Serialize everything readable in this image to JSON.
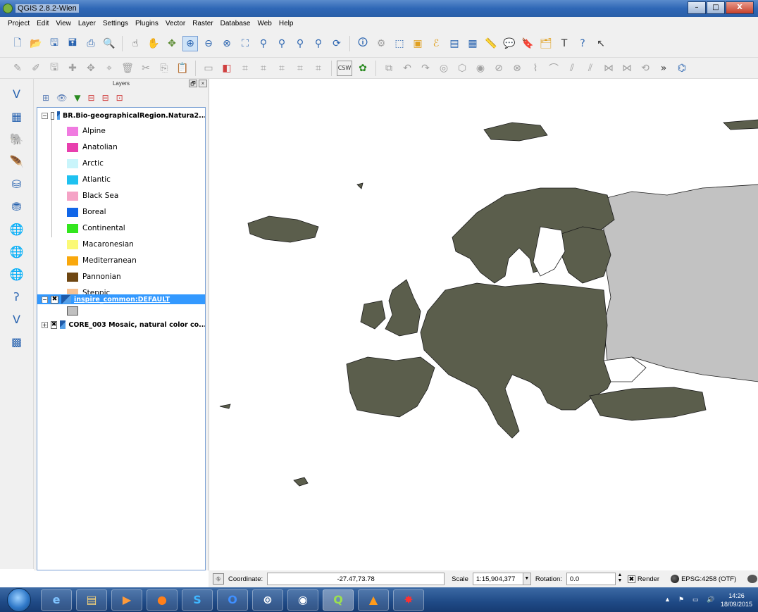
{
  "window": {
    "title": "QGIS 2.8.2-Wien",
    "min_label": "–",
    "max_label": "□",
    "close_label": "X"
  },
  "menu": [
    "Project",
    "Edit",
    "View",
    "Layer",
    "Settings",
    "Plugins",
    "Vector",
    "Raster",
    "Database",
    "Web",
    "Help"
  ],
  "layers_panel": {
    "title": "Layers",
    "float_label": "🗗",
    "close_label": "×",
    "group_layer": "BR.Bio-geographicalRegion.Natura2...",
    "legend": [
      {
        "label": "Alpine",
        "color": "#f07be0"
      },
      {
        "label": "Anatolian",
        "color": "#e83fae"
      },
      {
        "label": "Arctic",
        "color": "#c9f5fb"
      },
      {
        "label": "Atlantic",
        "color": "#1fc1f0"
      },
      {
        "label": "Black Sea",
        "color": "#f5a3c6"
      },
      {
        "label": "Boreal",
        "color": "#1166e8"
      },
      {
        "label": "Continental",
        "color": "#33e61e"
      },
      {
        "label": "Macaronesian",
        "color": "#fbf976"
      },
      {
        "label": "Mediterranean",
        "color": "#f9a80c"
      },
      {
        "label": "Pannonian",
        "color": "#6e4612"
      },
      {
        "label": "Steppic",
        "color": "#f8c293"
      }
    ],
    "selected_layer": "inspire_common:DEFAULT",
    "selected_swatch_color": "#c0c0c0",
    "mosaic_layer": "CORE_003 Mosaic, natural color co...",
    "checked_mark": "✖"
  },
  "statusbar": {
    "coordinate_label": "Coordinate:",
    "coordinate_value": "-27.47,73.78",
    "scale_label": "Scale",
    "scale_value": "1:15,904,377",
    "rotation_label": "Rotation:",
    "rotation_value": "0.0",
    "render_label": "Render",
    "crs_label": "EPSG:4258 (OTF)"
  },
  "taskbar": {
    "clock_time": "14:26",
    "clock_date": "18/09/2015"
  },
  "map": {
    "land_color": "#5b5e4c",
    "russia_color": "#c2c2c2"
  }
}
